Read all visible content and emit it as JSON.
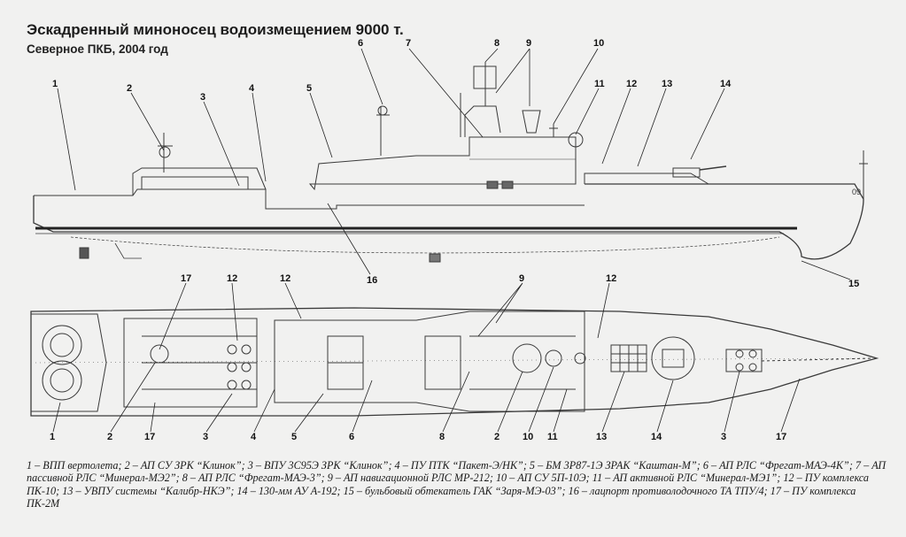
{
  "header": {
    "title": "Эскадренный миноносец водоизмещением 9000 т.",
    "subtitle": "Северное ПКБ, 2004 год"
  },
  "callouts_top": [
    "1",
    "2",
    "3",
    "4",
    "5",
    "6",
    "7",
    "8",
    "9",
    "10",
    "11",
    "12",
    "13",
    "14",
    "15",
    "16"
  ],
  "callouts_mid": [
    "17",
    "12",
    "12",
    "9",
    "12"
  ],
  "callouts_bottom": [
    "1",
    "2",
    "17",
    "3",
    "4",
    "5",
    "6",
    "8",
    "2",
    "10",
    "11",
    "13",
    "14",
    "3",
    "17"
  ],
  "caption": "1 – ВПП вертолета; 2 – АП СУ ЗРК “Клинок”; 3 – ВПУ 3С95Э ЗРК “Клинок”; 4 – ПУ ПТК “Пакет-Э/НК”; 5 – БМ 3Р87-1Э ЗРАК “Каштан-М”; 6 – АП РЛС “Фрегат-МАЭ-4К”; 7 – АП пассивной РЛС “Минерал-МЭ2”; 8 – АП РЛС “Фрегат-МАЭ-3”; 9 – АП навигационной РЛС МР-212; 10 – АП СУ 5П-10Э; 11 – АП активной РЛС “Минерал-МЭ1”; 12 – ПУ комплекса ПК-10; 13 – УВПУ системы “Калибр-НКЭ”; 14 – 130-мм АУ А-192; 15 – бульбовый обтекатель ГАК “Заря-МЭ-03”; 16 – лацпорт противолодочного ТА ТПУ/4; 17 – ПУ комплекса ПК-2М"
}
